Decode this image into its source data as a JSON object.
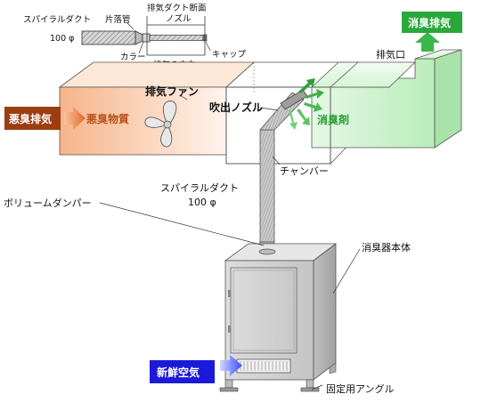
{
  "inset": {
    "cross_section_title": "排気ダクト断面",
    "pipe_section": "片落管",
    "duct_label": "スパイラルダクト",
    "duct_size": "100 φ",
    "nozzle": "ノズル",
    "collar": "カラー",
    "cap": "キャップ",
    "exhaust_direction": "排気の方向"
  },
  "labels": {
    "odor_exhaust": "悪臭排気",
    "odor_substance": "悪臭物質",
    "exhaust_fan": "排気ファン",
    "outlet_nozzle": "吹出ノズル",
    "deodorant": "消臭剤",
    "chamber": "チャンバー",
    "exhaust_port": "排気口",
    "deodorized_exhaust": "消臭排気",
    "spiral_duct": "スパイラルダクト",
    "spiral_duct_size": "100 φ",
    "volume_damper": "ボリュームダンパー",
    "unit_body": "消臭器本体",
    "fresh_air": "新鮮空気",
    "fixing_angle": "固定用アングル"
  },
  "colors": {
    "odor_tag": "#9c3d10",
    "deodor_tag": "#29a83c",
    "fresh_tag": "#1a1ad8",
    "deodorant_text": "#1f9e2e",
    "green_arrow": "#2f9e3a"
  }
}
